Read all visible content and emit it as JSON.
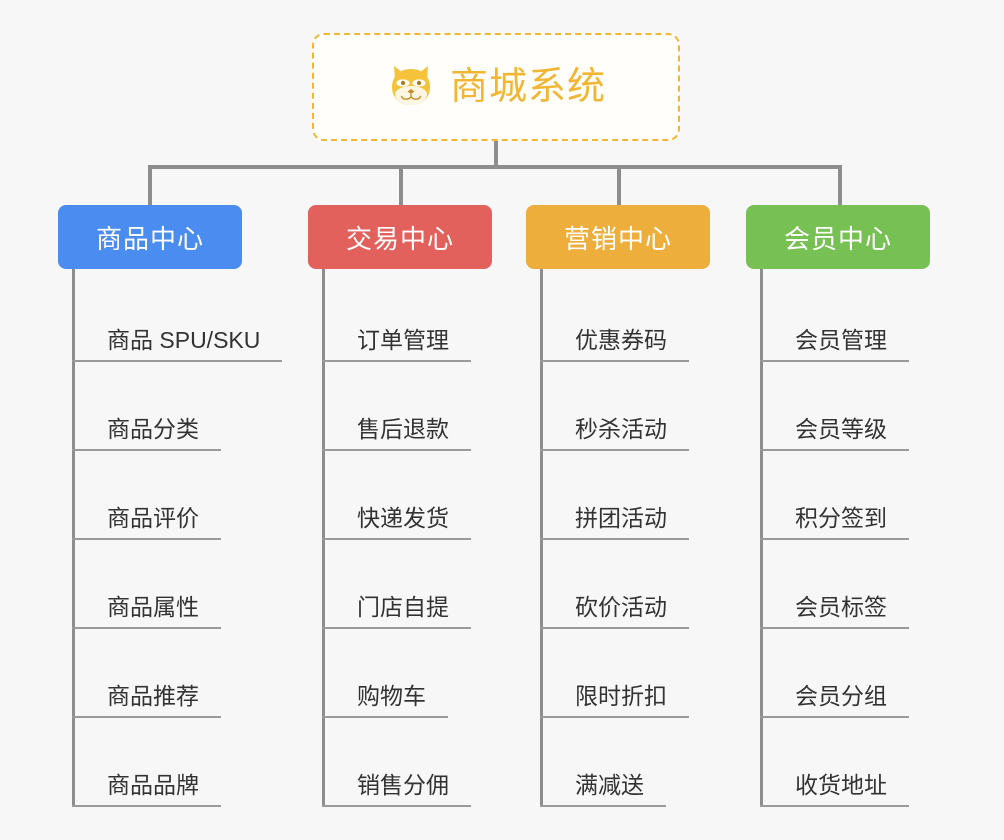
{
  "root": {
    "title": "商城系统",
    "icon": "shiba-dog-icon",
    "accent_color": "#f2b632",
    "border_style": "dashed"
  },
  "connector_color": "#8d8d8d",
  "page_background": "#f7f7f7",
  "branches": [
    {
      "id": "product-center",
      "label": "商品中心",
      "color": "#4a8cf0",
      "items": [
        "商品 SPU/SKU",
        "商品分类",
        "商品评价",
        "商品属性",
        "商品推荐",
        "商品品牌"
      ]
    },
    {
      "id": "trade-center",
      "label": "交易中心",
      "color": "#e3615c",
      "items": [
        "订单管理",
        "售后退款",
        "快递发货",
        "门店自提",
        "购物车",
        "销售分佣"
      ]
    },
    {
      "id": "marketing-center",
      "label": "营销中心",
      "color": "#eeae3c",
      "items": [
        "优惠券码",
        "秒杀活动",
        "拼团活动",
        "砍价活动",
        "限时折扣",
        "满减送"
      ]
    },
    {
      "id": "member-center",
      "label": "会员中心",
      "color": "#77c053",
      "items": [
        "会员管理",
        "会员等级",
        "积分签到",
        "会员标签",
        "会员分组",
        "收货地址"
      ]
    }
  ]
}
